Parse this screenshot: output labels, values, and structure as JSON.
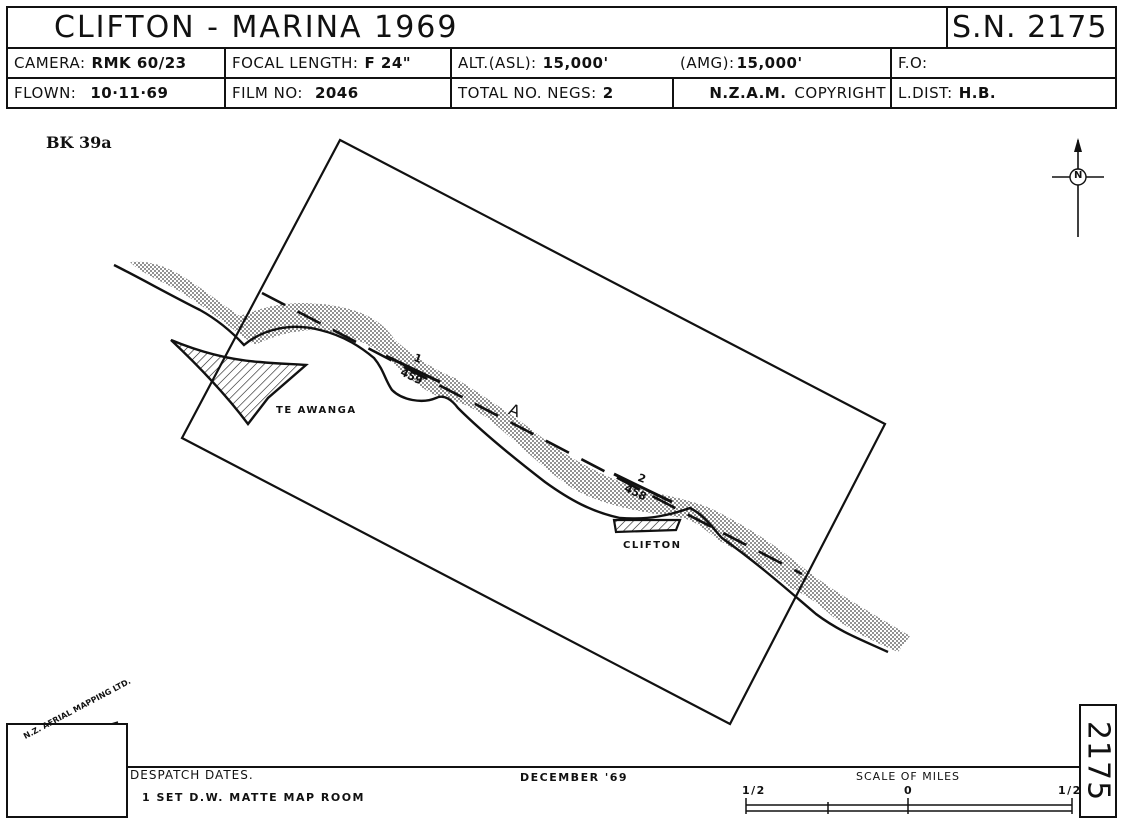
{
  "header": {
    "title": "CLIFTON - MARINA   1969",
    "sheet_number": "S.N. 2175",
    "camera_label": "CAMERA:",
    "camera_value": "RMK 60/23",
    "focal_label": "FOCAL LENGTH:",
    "focal_value": "F 24\"",
    "alt_asl_label": "ALT.(ASL):",
    "alt_asl_value": "15,000'",
    "alt_amg_label": "(AMG):",
    "alt_amg_value": "15,000'",
    "fo_label": "F.O:",
    "flown_label": "FLOWN:",
    "flown_value": "10·11·69",
    "film_label": "FILM NO:",
    "film_value": "2046",
    "negs_label": "TOTAL NO. NEGS:",
    "negs_value": "2",
    "copyright_bold": "N.Z.A.M.",
    "copyright_label": "COPYRIGHT",
    "ldist_label": "L.DIST:",
    "ldist_value": "H.B."
  },
  "map": {
    "ref": "BK 39a",
    "north_letter": "N",
    "places": [
      {
        "name": "TE AWANGA"
      },
      {
        "name": "CLIFTON"
      }
    ],
    "run_label": "A",
    "photos": [
      {
        "run": "1",
        "number": "459"
      },
      {
        "run": "2",
        "number": "458"
      }
    ]
  },
  "footer": {
    "despatch_label": "DESPATCH DATES.",
    "despatch_item": "1 SET D.W. MATTE   MAP ROOM",
    "date": "DECEMBER '69",
    "scale_title": "SCALE OF MILES",
    "scale_left": "1/2",
    "scale_mid": "0",
    "scale_right": "1/2",
    "side_number": "2175",
    "logo_text": "N.Z. AERIAL MAPPING LTD."
  }
}
